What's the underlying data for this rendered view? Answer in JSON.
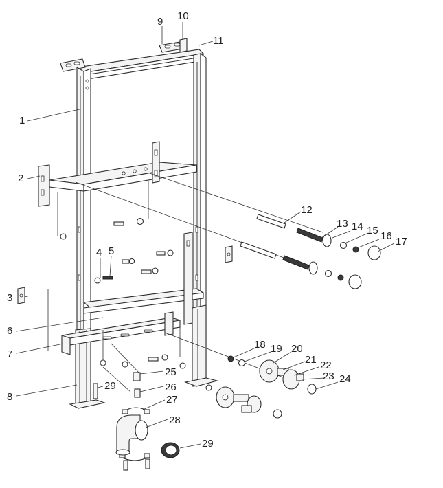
{
  "callouts": [
    {
      "id": "1",
      "text": "1"
    },
    {
      "id": "2",
      "text": "2"
    },
    {
      "id": "3",
      "text": "3"
    },
    {
      "id": "4",
      "text": "4"
    },
    {
      "id": "5",
      "text": "5"
    },
    {
      "id": "6",
      "text": "6"
    },
    {
      "id": "7",
      "text": "7"
    },
    {
      "id": "8",
      "text": "8"
    },
    {
      "id": "9",
      "text": "9"
    },
    {
      "id": "10",
      "text": "10"
    },
    {
      "id": "11",
      "text": "11"
    },
    {
      "id": "12",
      "text": "12"
    },
    {
      "id": "13",
      "text": "13"
    },
    {
      "id": "14",
      "text": "14"
    },
    {
      "id": "15",
      "text": "15"
    },
    {
      "id": "16",
      "text": "16"
    },
    {
      "id": "17",
      "text": "17"
    },
    {
      "id": "18",
      "text": "18"
    },
    {
      "id": "19",
      "text": "19"
    },
    {
      "id": "20",
      "text": "20"
    },
    {
      "id": "21",
      "text": "21"
    },
    {
      "id": "22",
      "text": "22"
    },
    {
      "id": "23",
      "text": "23"
    },
    {
      "id": "24",
      "text": "24"
    },
    {
      "id": "25",
      "text": "25"
    },
    {
      "id": "26",
      "text": "26"
    },
    {
      "id": "27",
      "text": "27"
    },
    {
      "id": "28",
      "text": "28"
    },
    {
      "id": "29a",
      "text": "29"
    },
    {
      "id": "29b",
      "text": "29"
    }
  ]
}
